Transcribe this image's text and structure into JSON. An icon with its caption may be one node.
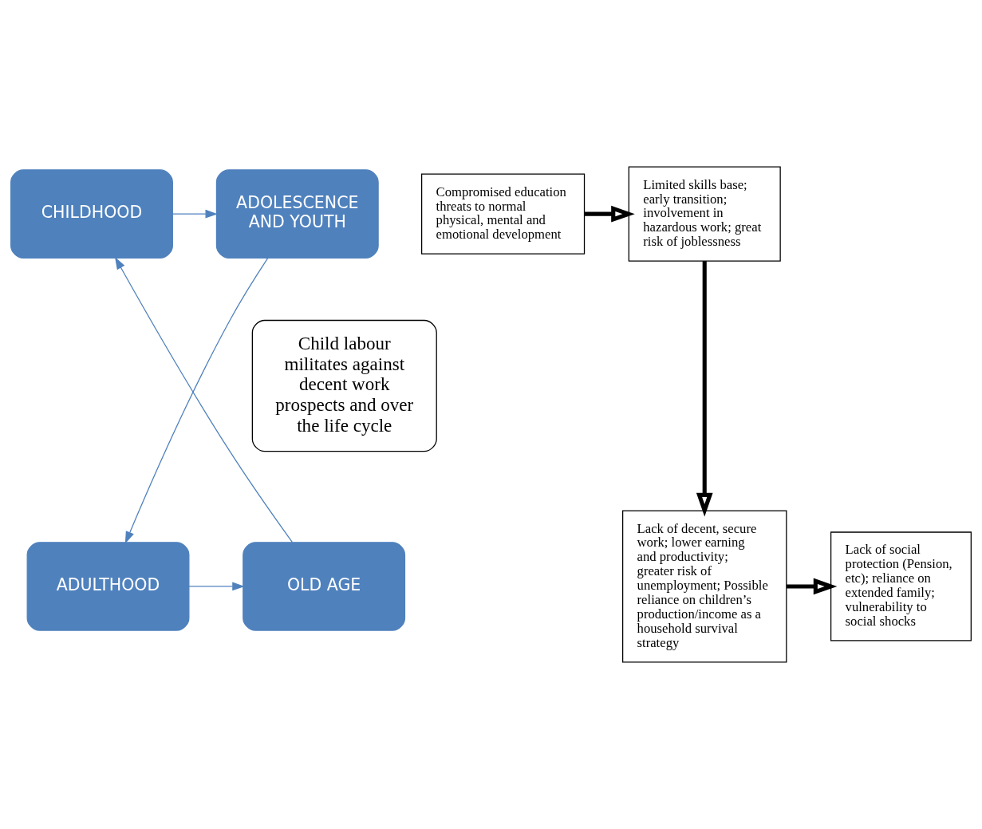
{
  "diagram": {
    "nodes": [
      {
        "text": [
          "Child labour militates against decent work prospects and over the life cycle"
        ]
      },
      {
        "text": [
          "CHILDHOOD"
        ]
      },
      {
        "text": [
          "ADOLESCENCE AND YOUTH"
        ]
      },
      {
        "text": [
          "ADULTHOOD"
        ]
      },
      {
        "text": [
          "OLD AGE"
        ]
      },
      {
        "text": [
          "Compromised education threats to normal physical, mental and emotional development"
        ]
      },
      {
        "text": [
          "Limited skills base; early transition; involvement in hazardous work; great risk of joblessness"
        ]
      },
      {
        "text": [
          "Lack of decent, secure work; lower earning and productivity; greater risk of unemployment; Possible reliance on children’s production/income as a household survival strategy"
        ]
      },
      {
        "text": [
          "Lack of social protection (Pension, etc); reliance on extended family; vulnerability to social shocks"
        ]
      }
    ],
    "edges": [
      {
        "from": 1,
        "to": 2,
        "arrow": "to"
      },
      {
        "from": 2,
        "to": 3,
        "arrow": "to"
      },
      {
        "from": 3,
        "to": 4,
        "arrow": "to"
      },
      {
        "from": 4,
        "to": 1,
        "arrow": "to"
      },
      {
        "from": 5,
        "to": 6,
        "arrow": "to",
        "style": "thick",
        "color": "#000000"
      },
      {
        "from": 6,
        "to": 7,
        "arrow": "to",
        "style": "thick",
        "color": "#000000"
      },
      {
        "from": 7,
        "to": 8,
        "arrow": "to",
        "style": "thick",
        "color": "#000000"
      }
    ]
  }
}
